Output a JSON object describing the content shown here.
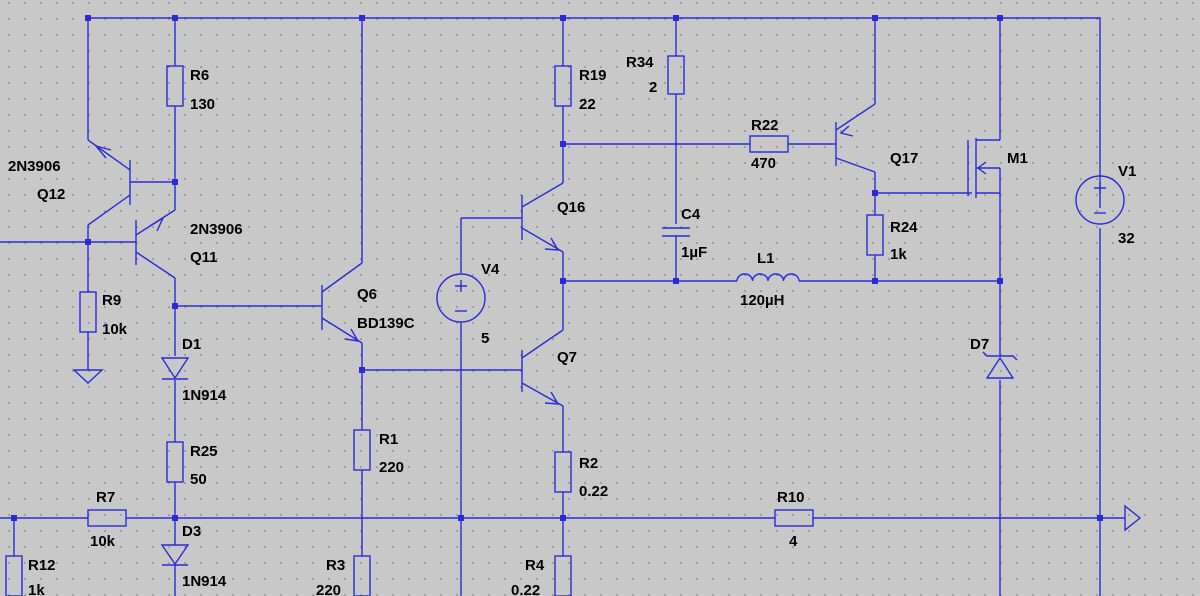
{
  "components": [
    {
      "ref": "R6",
      "value": "130"
    },
    {
      "ref": "R19",
      "value": "22"
    },
    {
      "ref": "R34",
      "value": "2"
    },
    {
      "ref": "R22",
      "value": "470"
    },
    {
      "ref": "Q17",
      "value": ""
    },
    {
      "ref": "M1",
      "value": ""
    },
    {
      "ref": "V1",
      "value": "32"
    },
    {
      "ref": "Q12",
      "value": "2N3906"
    },
    {
      "ref": "Q11",
      "value": "2N3906"
    },
    {
      "ref": "Q16",
      "value": ""
    },
    {
      "ref": "C4",
      "value": "1µF"
    },
    {
      "ref": "R24",
      "value": "1k"
    },
    {
      "ref": "V4",
      "value": "5"
    },
    {
      "ref": "L1",
      "value": "120µH"
    },
    {
      "ref": "R9",
      "value": "10k"
    },
    {
      "ref": "Q6",
      "value": "BD139C"
    },
    {
      "ref": "D1",
      "value": "1N914"
    },
    {
      "ref": "Q7",
      "value": ""
    },
    {
      "ref": "D7",
      "value": ""
    },
    {
      "ref": "R25",
      "value": "50"
    },
    {
      "ref": "R1",
      "value": "220"
    },
    {
      "ref": "R2",
      "value": "0.22"
    },
    {
      "ref": "R7",
      "value": "10k"
    },
    {
      "ref": "R10",
      "value": "4"
    },
    {
      "ref": "D3",
      "value": "1N914"
    },
    {
      "ref": "R12",
      "value": "1k"
    },
    {
      "ref": "R3",
      "value": "220"
    },
    {
      "ref": "R4",
      "value": "0.22"
    }
  ],
  "colors": {
    "background": "#c8c8c8",
    "wire": "#2b2bd6",
    "text": "#000000"
  }
}
